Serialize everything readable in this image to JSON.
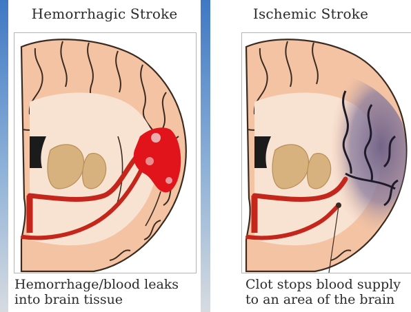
{
  "figures": [
    {
      "title": "Hemorrhagic Stroke",
      "caption": [
        "Hemorrhage/blood leaks",
        "into brain tissue"
      ]
    },
    {
      "title": "Ischemic Stroke",
      "caption": [
        "Clot stops blood supply",
        "to an area of the brain"
      ]
    }
  ],
  "colors": {
    "brain_tissue": "#f3c3a3",
    "brain_outline": "#3a2a20",
    "white_matter": "#f8e2d2",
    "deep_nuclei": "#d8b27e",
    "artery": "#c4261c",
    "hemorrhage": "#e0141a",
    "ischemic_region": "#6e5f86",
    "sky": "#5b8fc9"
  }
}
